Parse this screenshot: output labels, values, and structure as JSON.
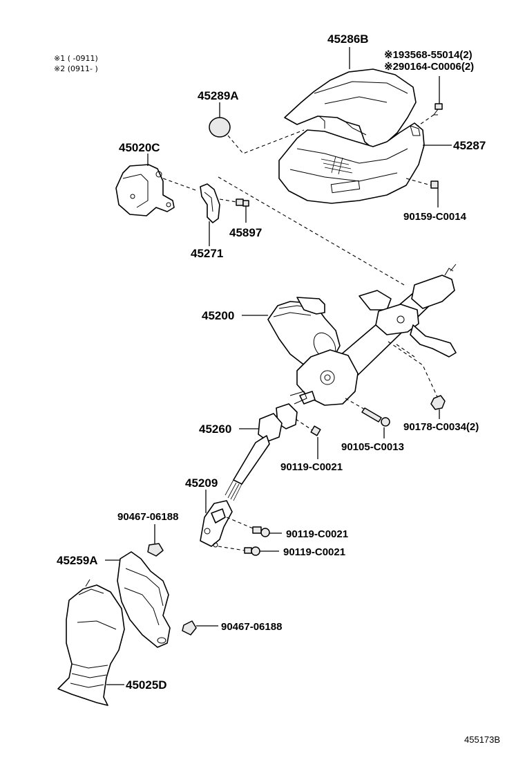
{
  "notes": {
    "note1": "※1 (   -0911)",
    "note2": "※2 (0911-   )"
  },
  "labels": {
    "p45286B": "45286B",
    "p93568": "※193568-55014(2)",
    "p90164": "※290164-C0006(2)",
    "p45289A": "45289A",
    "p45287": "45287",
    "p45020C": "45020C",
    "p90159": "90159-C0014",
    "p45897": "45897",
    "p45271": "45271",
    "p45200": "45200",
    "p90178": "90178-C0034(2)",
    "p45260": "45260",
    "p90105": "90105-C0013",
    "p90119a": "90119-C0021",
    "p45209": "45209",
    "p90467a": "90467-06188",
    "p90119b": "90119-C0021",
    "p90119c": "90119-C0021",
    "p45259A": "45259A",
    "p90467b": "90467-06188",
    "p45025D": "45025D"
  },
  "diagram_code": "455173B"
}
